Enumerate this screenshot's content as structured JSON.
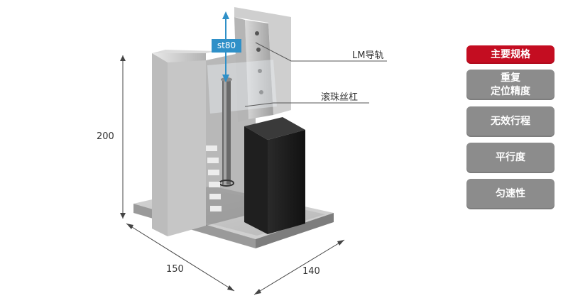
{
  "figure": {
    "stroke_tag": "st80",
    "callouts": {
      "lm_guide": "LM导轨",
      "ball_screw": "滚珠丝杠"
    },
    "dimensions": {
      "height": "200",
      "width": "150",
      "depth": "140"
    }
  },
  "spec_nav": {
    "items": [
      {
        "lines": [
          "主要规格"
        ],
        "active": true
      },
      {
        "lines": [
          "重复",
          "定位精度"
        ],
        "active": false
      },
      {
        "lines": [
          "无效行程"
        ],
        "active": false
      },
      {
        "lines": [
          "平行度"
        ],
        "active": false
      },
      {
        "lines": [
          "匀速性"
        ],
        "active": false
      }
    ]
  },
  "colors": {
    "active": "#c40d21",
    "inactive": "#8c8c8c",
    "stroke_tag": "#2f90c8"
  }
}
